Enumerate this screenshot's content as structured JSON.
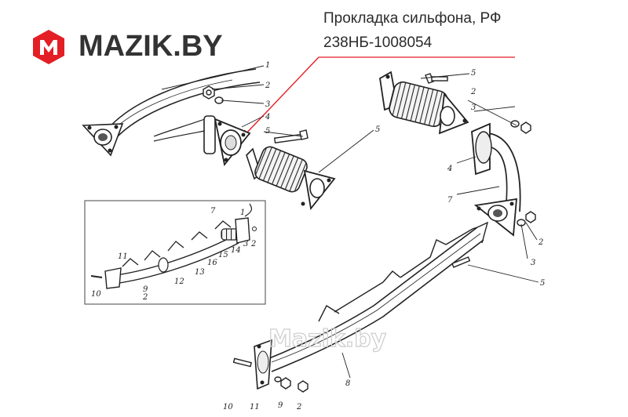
{
  "site": {
    "brand": "MAZIK.BY",
    "watermark": "Mazik.by",
    "logo_icon": "m-hexagon-logo-icon",
    "brand_color": "#e31e24"
  },
  "part": {
    "title_line1": "Прокладка сильфона, РФ",
    "title_line2": "238НБ-1008054",
    "pointer_color": "#e31e24"
  },
  "callouts": [
    {
      "id": "c1",
      "text": "1"
    },
    {
      "id": "c2a",
      "text": "2"
    },
    {
      "id": "c3a",
      "text": "3"
    },
    {
      "id": "c4a",
      "text": "4"
    },
    {
      "id": "c5a",
      "text": "5"
    },
    {
      "id": "c5b",
      "text": "5"
    },
    {
      "id": "c5c",
      "text": "5"
    },
    {
      "id": "c2b",
      "text": "2"
    },
    {
      "id": "c3b",
      "text": "3"
    },
    {
      "id": "c4b",
      "text": "4"
    },
    {
      "id": "c7a",
      "text": "7"
    },
    {
      "id": "c2c",
      "text": "2"
    },
    {
      "id": "c3c",
      "text": "3"
    },
    {
      "id": "c5d",
      "text": "5"
    },
    {
      "id": "i7",
      "text": "7"
    },
    {
      "id": "i1",
      "text": "1"
    },
    {
      "id": "i3",
      "text": "3"
    },
    {
      "id": "i2",
      "text": "2"
    },
    {
      "id": "i14",
      "text": "14"
    },
    {
      "id": "i15",
      "text": "15"
    },
    {
      "id": "i16",
      "text": "16"
    },
    {
      "id": "i11",
      "text": "11"
    },
    {
      "id": "i12",
      "text": "12"
    },
    {
      "id": "i13",
      "text": "13"
    },
    {
      "id": "i10",
      "text": "10"
    },
    {
      "id": "i9",
      "text": "9"
    },
    {
      "id": "i2b",
      "text": "2"
    },
    {
      "id": "b10",
      "text": "10"
    },
    {
      "id": "b11",
      "text": "11"
    },
    {
      "id": "b9",
      "text": "9"
    },
    {
      "id": "b2",
      "text": "2"
    },
    {
      "id": "b8",
      "text": "8"
    }
  ]
}
